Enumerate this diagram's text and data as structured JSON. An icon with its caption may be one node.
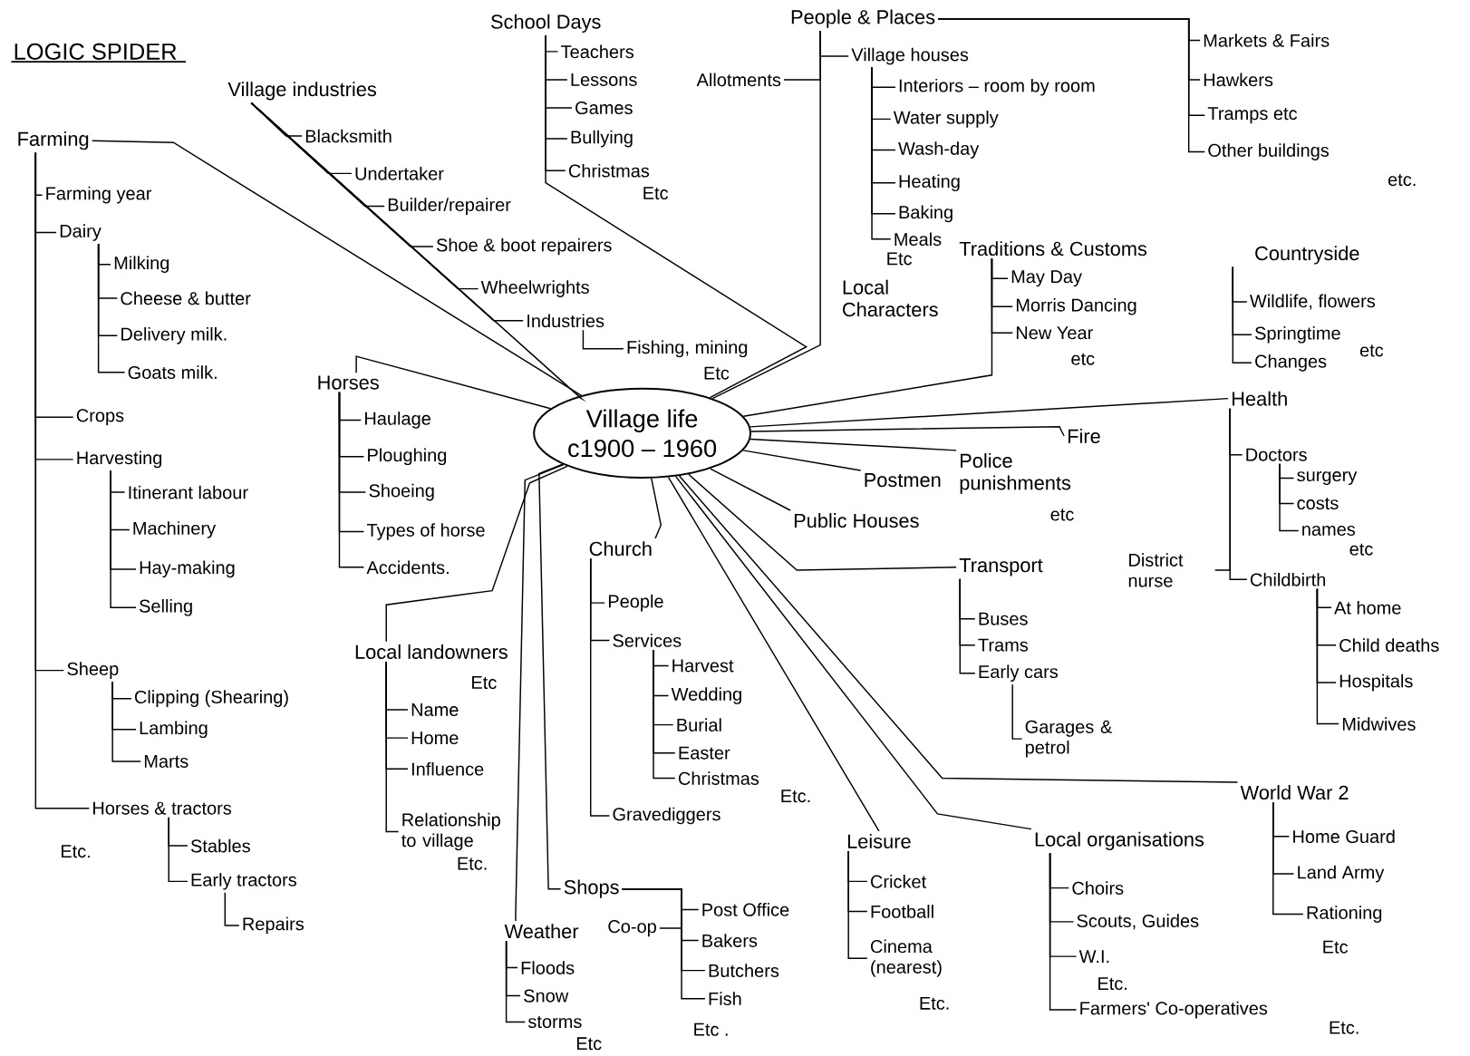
{
  "diagram": {
    "title": "LOGIC SPIDER",
    "nodes": [
      {
        "text": [
          "Village life",
          "c1900 – 1960"
        ]
      },
      {
        "text": [
          "Farming"
        ]
      },
      {
        "text": [
          "Farming year"
        ]
      },
      {
        "text": [
          "Dairy"
        ]
      },
      {
        "text": [
          "Milking"
        ]
      },
      {
        "text": [
          "Cheese & butter"
        ]
      },
      {
        "text": [
          "Delivery milk."
        ]
      },
      {
        "text": [
          "Goats milk."
        ]
      },
      {
        "text": [
          "Crops"
        ]
      },
      {
        "text": [
          "Harvesting"
        ]
      },
      {
        "text": [
          "Itinerant labour"
        ]
      },
      {
        "text": [
          "Machinery"
        ]
      },
      {
        "text": [
          "Hay-making"
        ]
      },
      {
        "text": [
          "Selling"
        ]
      },
      {
        "text": [
          "Sheep"
        ]
      },
      {
        "text": [
          "Clipping (Shearing)"
        ]
      },
      {
        "text": [
          "Lambing"
        ]
      },
      {
        "text": [
          "Marts"
        ]
      },
      {
        "text": [
          "Horses & tractors"
        ]
      },
      {
        "text": [
          "Stables"
        ]
      },
      {
        "text": [
          "Early tractors"
        ]
      },
      {
        "text": [
          "Repairs"
        ]
      },
      {
        "text": [
          "Village industries"
        ]
      },
      {
        "text": [
          "Blacksmith"
        ]
      },
      {
        "text": [
          "Undertaker"
        ]
      },
      {
        "text": [
          "Builder/repairer"
        ]
      },
      {
        "text": [
          "Shoe & boot repairers"
        ]
      },
      {
        "text": [
          "Wheelwrights"
        ]
      },
      {
        "text": [
          "Industries"
        ]
      },
      {
        "text": [
          "Fishing, mining"
        ]
      },
      {
        "text": [
          "School Days"
        ]
      },
      {
        "text": [
          "Teachers"
        ]
      },
      {
        "text": [
          "Lessons"
        ]
      },
      {
        "text": [
          "Games"
        ]
      },
      {
        "text": [
          "Bullying"
        ]
      },
      {
        "text": [
          "Christmas"
        ]
      },
      {
        "text": [
          "People & Places"
        ]
      },
      {
        "text": [
          "Allotments"
        ]
      },
      {
        "text": [
          "Village houses"
        ]
      },
      {
        "text": [
          "Interiors – room by room"
        ]
      },
      {
        "text": [
          "Water supply"
        ]
      },
      {
        "text": [
          "Wash-day"
        ]
      },
      {
        "text": [
          "Heating"
        ]
      },
      {
        "text": [
          "Baking"
        ]
      },
      {
        "text": [
          "Meals"
        ]
      },
      {
        "text": [
          "Markets & Fairs"
        ]
      },
      {
        "text": [
          "Hawkers"
        ]
      },
      {
        "text": [
          "Tramps etc"
        ]
      },
      {
        "text": [
          "Other buildings"
        ]
      },
      {
        "text": [
          "Local Characters"
        ]
      },
      {
        "text": [
          "Traditions & Customs"
        ]
      },
      {
        "text": [
          "May Day"
        ]
      },
      {
        "text": [
          "Morris Dancing"
        ]
      },
      {
        "text": [
          "New Year"
        ]
      },
      {
        "text": [
          "Countryside"
        ]
      },
      {
        "text": [
          "Wildlife, flowers"
        ]
      },
      {
        "text": [
          "Springtime"
        ]
      },
      {
        "text": [
          "Changes"
        ]
      },
      {
        "text": [
          "Health"
        ]
      },
      {
        "text": [
          "Doctors"
        ]
      },
      {
        "text": [
          "surgery"
        ]
      },
      {
        "text": [
          "costs"
        ]
      },
      {
        "text": [
          "names"
        ]
      },
      {
        "text": [
          "District nurse"
        ]
      },
      {
        "text": [
          "Childbirth"
        ]
      },
      {
        "text": [
          "At home"
        ]
      },
      {
        "text": [
          "Child deaths"
        ]
      },
      {
        "text": [
          "Hospitals"
        ]
      },
      {
        "text": [
          "Midwives"
        ]
      },
      {
        "text": [
          "Fire"
        ]
      },
      {
        "text": [
          "Police punishments"
        ]
      },
      {
        "text": [
          "Postmen"
        ]
      },
      {
        "text": [
          "Public Houses"
        ]
      },
      {
        "text": [
          "Transport"
        ]
      },
      {
        "text": [
          "Buses"
        ]
      },
      {
        "text": [
          "Trams"
        ]
      },
      {
        "text": [
          "Early cars"
        ]
      },
      {
        "text": [
          "Garages & petrol"
        ]
      },
      {
        "text": [
          "World War 2"
        ]
      },
      {
        "text": [
          "Home Guard"
        ]
      },
      {
        "text": [
          "Land Army"
        ]
      },
      {
        "text": [
          "Rationing"
        ]
      },
      {
        "text": [
          "Local organisations"
        ]
      },
      {
        "text": [
          "Choirs"
        ]
      },
      {
        "text": [
          "Scouts, Guides"
        ]
      },
      {
        "text": [
          "W.I."
        ]
      },
      {
        "text": [
          "Farmers' Co-operatives"
        ]
      },
      {
        "text": [
          "Leisure"
        ]
      },
      {
        "text": [
          "Cricket"
        ]
      },
      {
        "text": [
          "Football"
        ]
      },
      {
        "text": [
          "Cinema (nearest)"
        ]
      },
      {
        "text": [
          "Church"
        ]
      },
      {
        "text": [
          "People"
        ]
      },
      {
        "text": [
          "Services"
        ]
      },
      {
        "text": [
          "Harvest"
        ]
      },
      {
        "text": [
          "Wedding"
        ]
      },
      {
        "text": [
          "Burial"
        ]
      },
      {
        "text": [
          "Easter"
        ]
      },
      {
        "text": [
          "Christmas"
        ]
      },
      {
        "text": [
          "Gravediggers"
        ]
      },
      {
        "text": [
          "Shops"
        ]
      },
      {
        "text": [
          "Post Office"
        ]
      },
      {
        "text": [
          "Bakers"
        ]
      },
      {
        "text": [
          "Butchers"
        ]
      },
      {
        "text": [
          "Fish"
        ]
      },
      {
        "text": [
          "Co-op"
        ]
      },
      {
        "text": [
          "Weather"
        ]
      },
      {
        "text": [
          "Floods"
        ]
      },
      {
        "text": [
          "Snow"
        ]
      },
      {
        "text": [
          "storms"
        ]
      },
      {
        "text": [
          "Local landowners"
        ]
      },
      {
        "text": [
          "Name"
        ]
      },
      {
        "text": [
          "Home"
        ]
      },
      {
        "text": [
          "Influence"
        ]
      },
      {
        "text": [
          "Relationship to village"
        ]
      },
      {
        "text": [
          "Horses"
        ]
      },
      {
        "text": [
          "Haulage"
        ]
      },
      {
        "text": [
          "Ploughing"
        ]
      },
      {
        "text": [
          "Shoeing"
        ]
      },
      {
        "text": [
          "Types of horse"
        ]
      },
      {
        "text": [
          "Accidents."
        ]
      }
    ],
    "edges": [
      {
        "from": 0,
        "to": 1,
        "arrow": "none"
      },
      {
        "from": 0,
        "to": 22,
        "arrow": "none"
      },
      {
        "from": 0,
        "to": 30,
        "arrow": "none"
      },
      {
        "from": 0,
        "to": 36,
        "arrow": "none"
      },
      {
        "from": 0,
        "to": 50,
        "arrow": "none"
      },
      {
        "from": 0,
        "to": 58,
        "arrow": "none"
      },
      {
        "from": 0,
        "to": 69,
        "arrow": "none"
      },
      {
        "from": 0,
        "to": 70,
        "arrow": "none"
      },
      {
        "from": 0,
        "to": 71,
        "arrow": "none"
      },
      {
        "from": 0,
        "to": 72,
        "arrow": "none"
      },
      {
        "from": 0,
        "to": 73,
        "arrow": "none"
      },
      {
        "from": 0,
        "to": 78,
        "arrow": "none"
      },
      {
        "from": 0,
        "to": 82,
        "arrow": "none"
      },
      {
        "from": 0,
        "to": 87,
        "arrow": "none"
      },
      {
        "from": 0,
        "to": 91,
        "arrow": "none"
      },
      {
        "from": 0,
        "to": 100,
        "arrow": "none"
      },
      {
        "from": 0,
        "to": 106,
        "arrow": "none"
      },
      {
        "from": 0,
        "to": 110,
        "arrow": "none"
      },
      {
        "from": 0,
        "to": 115,
        "arrow": "none"
      },
      {
        "from": 1,
        "to": 2,
        "arrow": "none"
      },
      {
        "from": 1,
        "to": 3,
        "arrow": "none"
      },
      {
        "from": 1,
        "to": 8,
        "arrow": "none"
      },
      {
        "from": 1,
        "to": 9,
        "arrow": "none"
      },
      {
        "from": 1,
        "to": 14,
        "arrow": "none"
      },
      {
        "from": 1,
        "to": 18,
        "arrow": "none"
      },
      {
        "from": 3,
        "to": 4,
        "arrow": "none"
      },
      {
        "from": 3,
        "to": 5,
        "arrow": "none"
      },
      {
        "from": 3,
        "to": 6,
        "arrow": "none"
      },
      {
        "from": 3,
        "to": 7,
        "arrow": "none"
      },
      {
        "from": 9,
        "to": 10,
        "arrow": "none"
      },
      {
        "from": 9,
        "to": 11,
        "arrow": "none"
      },
      {
        "from": 9,
        "to": 12,
        "arrow": "none"
      },
      {
        "from": 9,
        "to": 13,
        "arrow": "none"
      },
      {
        "from": 14,
        "to": 15,
        "arrow": "none"
      },
      {
        "from": 14,
        "to": 16,
        "arrow": "none"
      },
      {
        "from": 14,
        "to": 17,
        "arrow": "none"
      },
      {
        "from": 18,
        "to": 19,
        "arrow": "none"
      },
      {
        "from": 18,
        "to": 20,
        "arrow": "none"
      },
      {
        "from": 20,
        "to": 21,
        "arrow": "none"
      },
      {
        "from": 22,
        "to": 23,
        "arrow": "none"
      },
      {
        "from": 22,
        "to": 24,
        "arrow": "none"
      },
      {
        "from": 22,
        "to": 25,
        "arrow": "none"
      },
      {
        "from": 22,
        "to": 26,
        "arrow": "none"
      },
      {
        "from": 22,
        "to": 27,
        "arrow": "none"
      },
      {
        "from": 22,
        "to": 28,
        "arrow": "none"
      },
      {
        "from": 28,
        "to": 29,
        "arrow": "none"
      },
      {
        "from": 30,
        "to": 31,
        "arrow": "none"
      },
      {
        "from": 30,
        "to": 32,
        "arrow": "none"
      },
      {
        "from": 30,
        "to": 33,
        "arrow": "none"
      },
      {
        "from": 30,
        "to": 34,
        "arrow": "none"
      },
      {
        "from": 30,
        "to": 35,
        "arrow": "none"
      },
      {
        "from": 36,
        "to": 37,
        "arrow": "none"
      },
      {
        "from": 36,
        "to": 38,
        "arrow": "none"
      },
      {
        "from": 36,
        "to": 45,
        "arrow": "none"
      },
      {
        "from": 36,
        "to": 46,
        "arrow": "none"
      },
      {
        "from": 36,
        "to": 47,
        "arrow": "none"
      },
      {
        "from": 36,
        "to": 48,
        "arrow": "none"
      },
      {
        "from": 38,
        "to": 39,
        "arrow": "none"
      },
      {
        "from": 38,
        "to": 40,
        "arrow": "none"
      },
      {
        "from": 38,
        "to": 41,
        "arrow": "none"
      },
      {
        "from": 38,
        "to": 42,
        "arrow": "none"
      },
      {
        "from": 38,
        "to": 43,
        "arrow": "none"
      },
      {
        "from": 38,
        "to": 44,
        "arrow": "none"
      },
      {
        "from": 50,
        "to": 51,
        "arrow": "none"
      },
      {
        "from": 50,
        "to": 52,
        "arrow": "none"
      },
      {
        "from": 50,
        "to": 53,
        "arrow": "none"
      },
      {
        "from": 54,
        "to": 55,
        "arrow": "none"
      },
      {
        "from": 54,
        "to": 56,
        "arrow": "none"
      },
      {
        "from": 54,
        "to": 57,
        "arrow": "none"
      },
      {
        "from": 58,
        "to": 59,
        "arrow": "none"
      },
      {
        "from": 58,
        "to": 63,
        "arrow": "none"
      },
      {
        "from": 58,
        "to": 64,
        "arrow": "none"
      },
      {
        "from": 59,
        "to": 60,
        "arrow": "none"
      },
      {
        "from": 59,
        "to": 61,
        "arrow": "none"
      },
      {
        "from": 59,
        "to": 62,
        "arrow": "none"
      },
      {
        "from": 64,
        "to": 65,
        "arrow": "none"
      },
      {
        "from": 64,
        "to": 66,
        "arrow": "none"
      },
      {
        "from": 64,
        "to": 67,
        "arrow": "none"
      },
      {
        "from": 64,
        "to": 68,
        "arrow": "none"
      },
      {
        "from": 73,
        "to": 74,
        "arrow": "none"
      },
      {
        "from": 73,
        "to": 75,
        "arrow": "none"
      },
      {
        "from": 73,
        "to": 76,
        "arrow": "none"
      },
      {
        "from": 76,
        "to": 77,
        "arrow": "none"
      },
      {
        "from": 78,
        "to": 79,
        "arrow": "none"
      },
      {
        "from": 78,
        "to": 80,
        "arrow": "none"
      },
      {
        "from": 78,
        "to": 81,
        "arrow": "none"
      },
      {
        "from": 82,
        "to": 83,
        "arrow": "none"
      },
      {
        "from": 82,
        "to": 84,
        "arrow": "none"
      },
      {
        "from": 82,
        "to": 85,
        "arrow": "none"
      },
      {
        "from": 82,
        "to": 86,
        "arrow": "none"
      },
      {
        "from": 87,
        "to": 88,
        "arrow": "none"
      },
      {
        "from": 87,
        "to": 89,
        "arrow": "none"
      },
      {
        "from": 87,
        "to": 90,
        "arrow": "none"
      },
      {
        "from": 91,
        "to": 92,
        "arrow": "none"
      },
      {
        "from": 91,
        "to": 93,
        "arrow": "none"
      },
      {
        "from": 91,
        "to": 99,
        "arrow": "none"
      },
      {
        "from": 93,
        "to": 94,
        "arrow": "none"
      },
      {
        "from": 93,
        "to": 95,
        "arrow": "none"
      },
      {
        "from": 93,
        "to": 96,
        "arrow": "none"
      },
      {
        "from": 93,
        "to": 97,
        "arrow": "none"
      },
      {
        "from": 93,
        "to": 98,
        "arrow": "none"
      },
      {
        "from": 100,
        "to": 101,
        "arrow": "none"
      },
      {
        "from": 100,
        "to": 102,
        "arrow": "none"
      },
      {
        "from": 100,
        "to": 103,
        "arrow": "none"
      },
      {
        "from": 100,
        "to": 104,
        "arrow": "none"
      },
      {
        "from": 100,
        "to": 105,
        "arrow": "none"
      },
      {
        "from": 106,
        "to": 107,
        "arrow": "none"
      },
      {
        "from": 106,
        "to": 108,
        "arrow": "none"
      },
      {
        "from": 106,
        "to": 109,
        "arrow": "none"
      },
      {
        "from": 110,
        "to": 111,
        "arrow": "none"
      },
      {
        "from": 110,
        "to": 112,
        "arrow": "none"
      },
      {
        "from": 110,
        "to": 113,
        "arrow": "none"
      },
      {
        "from": 110,
        "to": 114,
        "arrow": "none"
      },
      {
        "from": 115,
        "to": 116,
        "arrow": "none"
      },
      {
        "from": 115,
        "to": 117,
        "arrow": "none"
      },
      {
        "from": 115,
        "to": 118,
        "arrow": "none"
      },
      {
        "from": 115,
        "to": 119,
        "arrow": "none"
      },
      {
        "from": 115,
        "to": 120,
        "arrow": "none"
      }
    ],
    "labels": [
      "Etc.",
      "Etc",
      "Etc",
      "Etc",
      "etc.",
      "etc",
      "etc",
      "etc",
      "etc",
      "Etc",
      "Etc.",
      "Etc.",
      "Etc.",
      "Etc.",
      "Etc .",
      "Etc",
      "Etc",
      "Etc."
    ]
  }
}
